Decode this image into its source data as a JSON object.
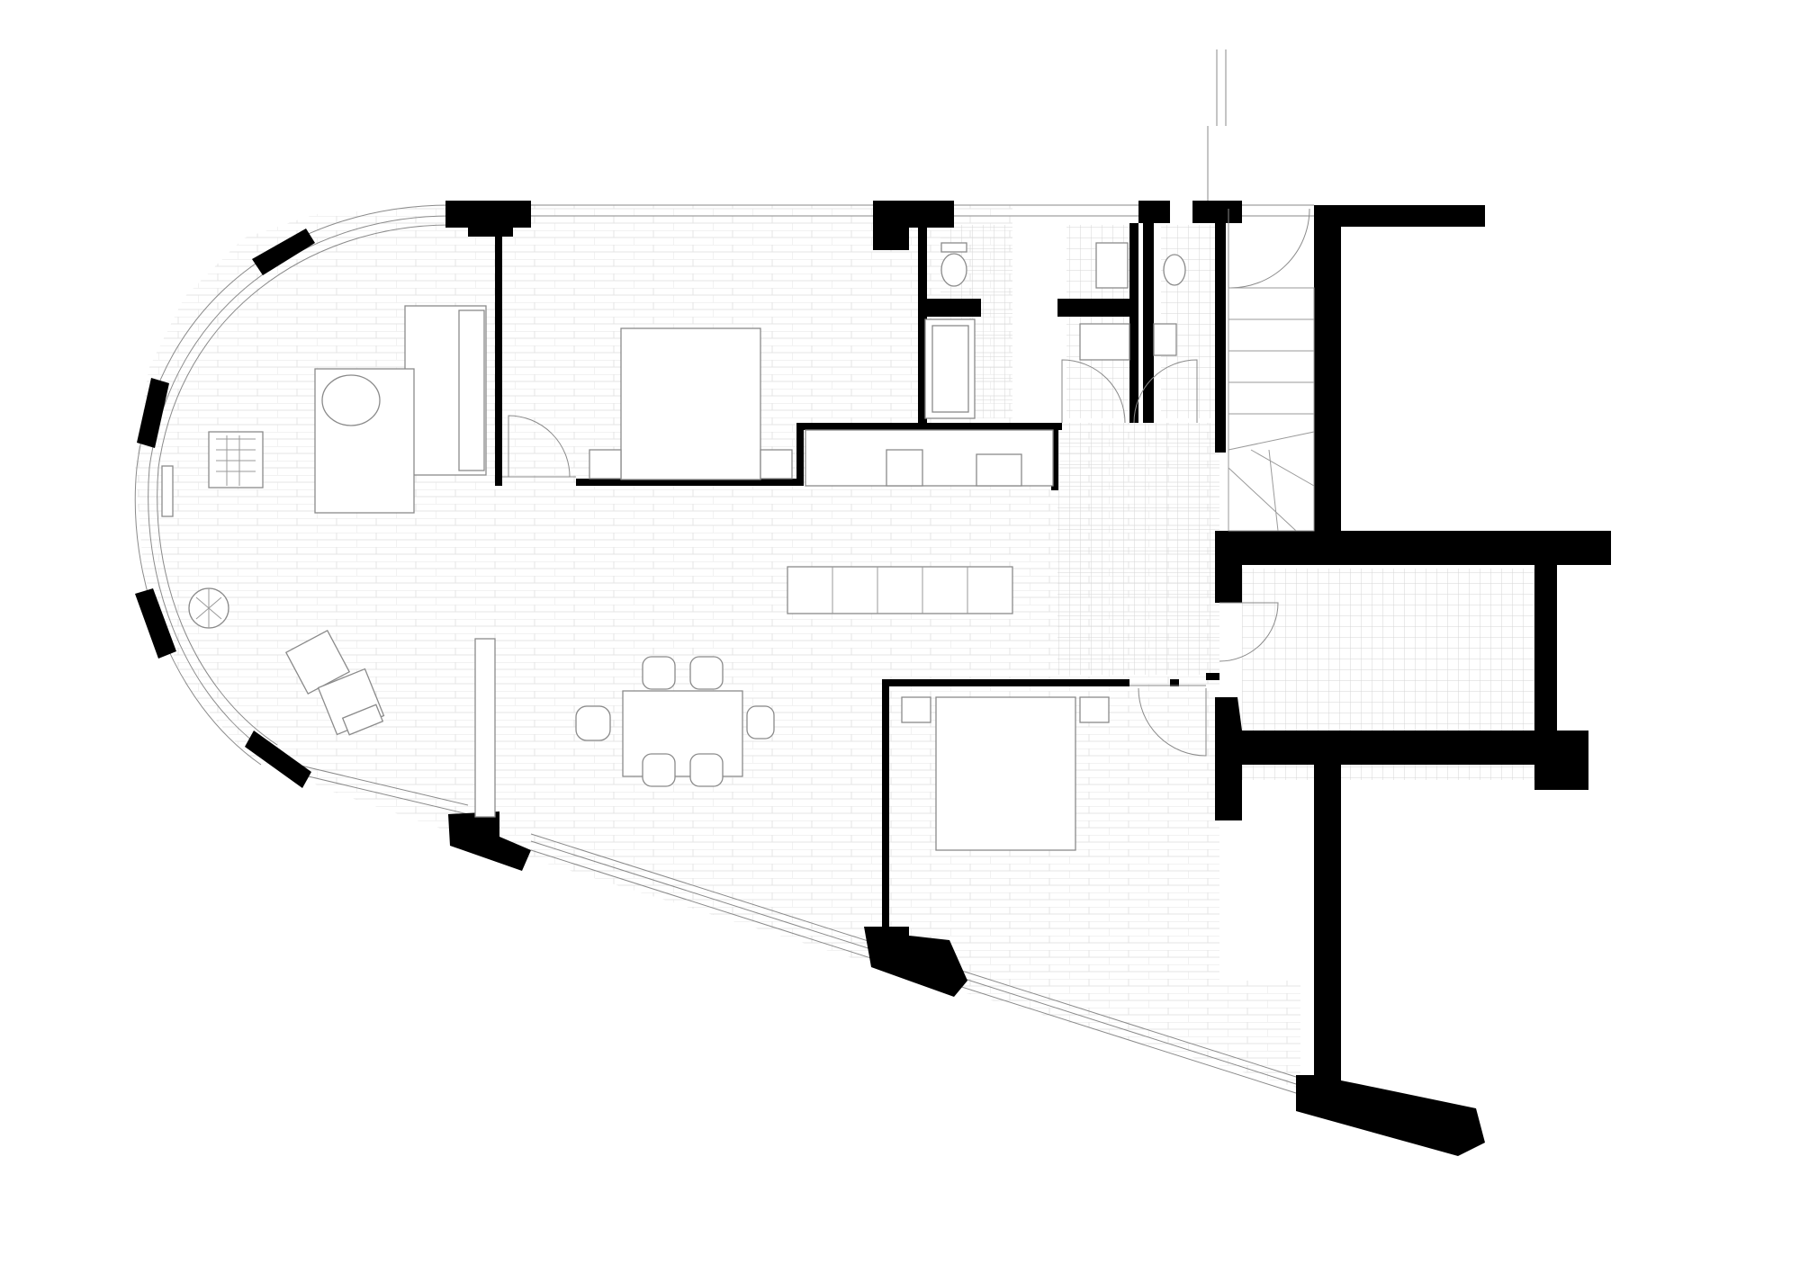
{
  "drawing": {
    "type": "architectural floor plan",
    "visible_text": [],
    "colors": {
      "walls": "#000000",
      "background": "#ffffff",
      "fine_lines": "#9a9a9a"
    }
  },
  "rooms": [
    {
      "key": "living-area",
      "furniture": [
        "sofa",
        "rug",
        "coffee-table",
        "armchair",
        "lounge-chairs",
        "plant"
      ]
    },
    {
      "key": "bedroom-north",
      "furniture": [
        "double-bed",
        "nightstands"
      ]
    },
    {
      "key": "bedroom-south",
      "furniture": [
        "double-bed",
        "nightstands"
      ]
    },
    {
      "key": "bathroom",
      "furniture": [
        "toilet",
        "bathtub"
      ]
    },
    {
      "key": "wc",
      "furniture": [
        "toilet",
        "washbasin"
      ]
    },
    {
      "key": "dining-area",
      "furniture": [
        "dining-table",
        "chairs"
      ]
    },
    {
      "key": "kitchen",
      "furniture": [
        "island",
        "counter"
      ]
    },
    {
      "key": "staircase",
      "furniture": [
        "stairs"
      ]
    },
    {
      "key": "tiled-room",
      "furniture": []
    }
  ]
}
